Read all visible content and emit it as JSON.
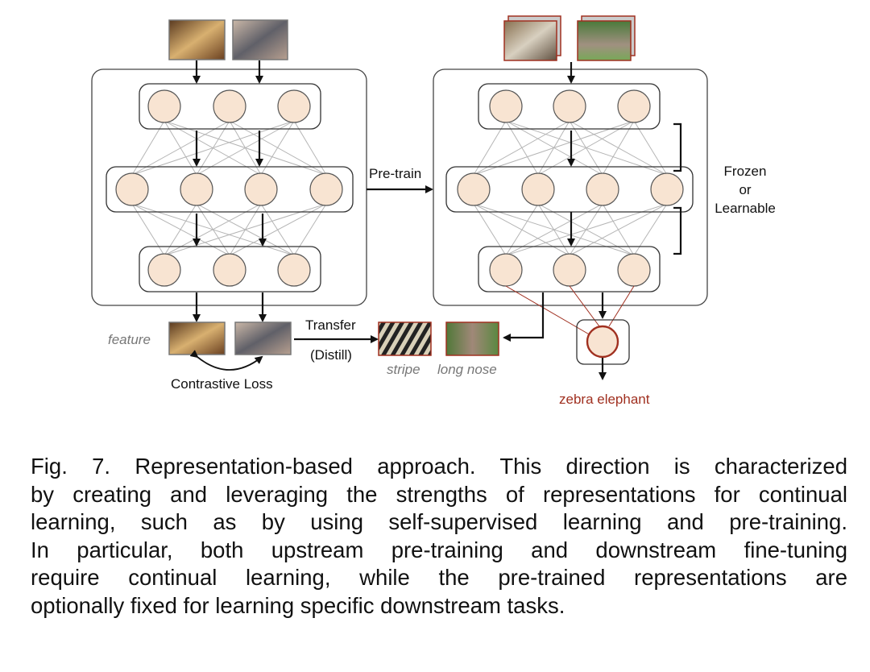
{
  "diagram": {
    "left_network": {
      "inputs": [
        "cat image 1",
        "cat image 2"
      ],
      "layers": [
        3,
        4,
        3
      ],
      "feature_label": "feature",
      "contrastive_label": "Contrastive Loss"
    },
    "pretrain_label": "Pre-train",
    "transfer_label": "Transfer",
    "distill_label": "(Distill)",
    "right_network": {
      "inputs": [
        "zebra image",
        "elephant image"
      ],
      "layers": [
        3,
        4,
        3
      ],
      "side_label": [
        "Frozen",
        "or",
        "Learnable"
      ],
      "feature_labels": [
        "stripe",
        "long nose"
      ],
      "output_label": "zebra elephant"
    },
    "colors": {
      "node_fill": "#f8e4d2",
      "accent_red": "#a03020",
      "edge_gray": "#b5b5b5"
    }
  },
  "caption": {
    "lines": [
      "Fig. 7. Representation-based approach. This direction is characterized",
      "by creating and leveraging the strengths of representations for continual",
      "learning, such as by using self-supervised learning and pre-training.",
      "In particular, both upstream pre-training and downstream fine-tuning",
      "require continual learning, while the pre-trained representations are",
      "optionally fixed for learning specific downstream tasks."
    ]
  }
}
